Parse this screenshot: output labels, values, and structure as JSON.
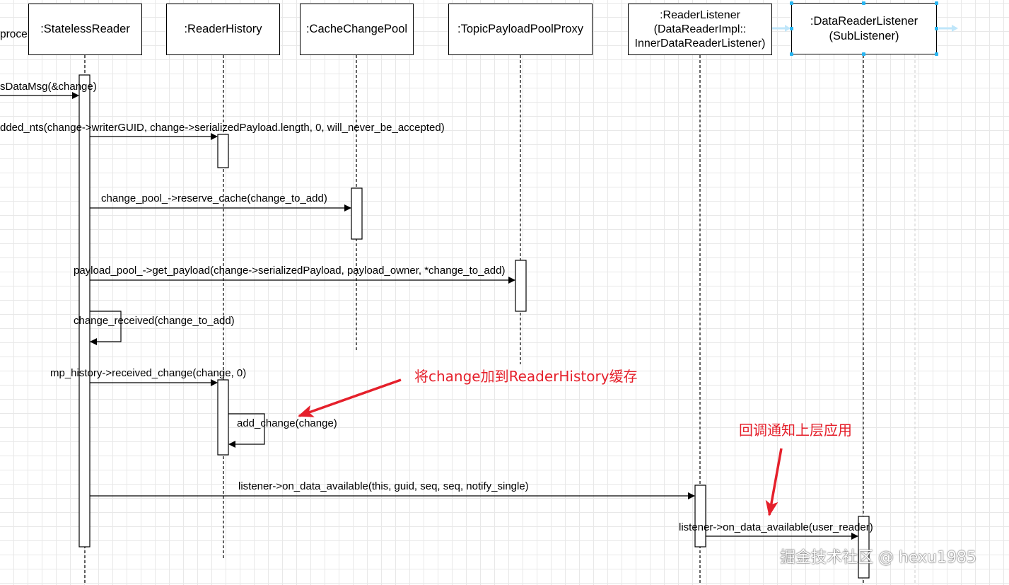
{
  "participants": [
    {
      "id": "caller",
      "label": "proce"
    },
    {
      "id": "stateless_reader",
      "label": ":StatelessReader"
    },
    {
      "id": "reader_history",
      "label": ":ReaderHistory"
    },
    {
      "id": "cache_change_pool",
      "label": ":CacheChangePool"
    },
    {
      "id": "topic_payload_pool_proxy",
      "label": ":TopicPayloadPoolProxy"
    },
    {
      "id": "reader_listener",
      "label": ":ReaderListener\n(DataReaderImpl::\nInnerDataReaderListener)"
    },
    {
      "id": "data_reader_listener",
      "label": ":DataReaderListener\n(SubListener)"
    }
  ],
  "messages": [
    {
      "label": "sDataMsg(&change)"
    },
    {
      "label": "dded_nts(change->writerGUID, change->serializedPayload.length, 0, will_never_be_accepted)"
    },
    {
      "label": "change_pool_->reserve_cache(change_to_add)"
    },
    {
      "label": "payload_pool_->get_payload(change->serializedPayload, payload_owner, *change_to_add)"
    },
    {
      "label": "change_received(change_to_add)"
    },
    {
      "label": "mp_history->received_change(change, 0)"
    },
    {
      "label": "add_change(change)"
    },
    {
      "label": "listener->on_data_available(this, guid, seq, seq, notify_single)"
    },
    {
      "label": "listener->on_data_available(user_reader)"
    }
  ],
  "annotations": [
    {
      "label": "将change加到ReaderHistory缓存"
    },
    {
      "label": "回调通知上层应用"
    }
  ],
  "watermark": "掘金技术社区 @ hexu1985",
  "colors": {
    "line": "#000000",
    "annotation": "#e5202b",
    "selection": "#29b6f2",
    "grid": "#e8e8e8"
  }
}
